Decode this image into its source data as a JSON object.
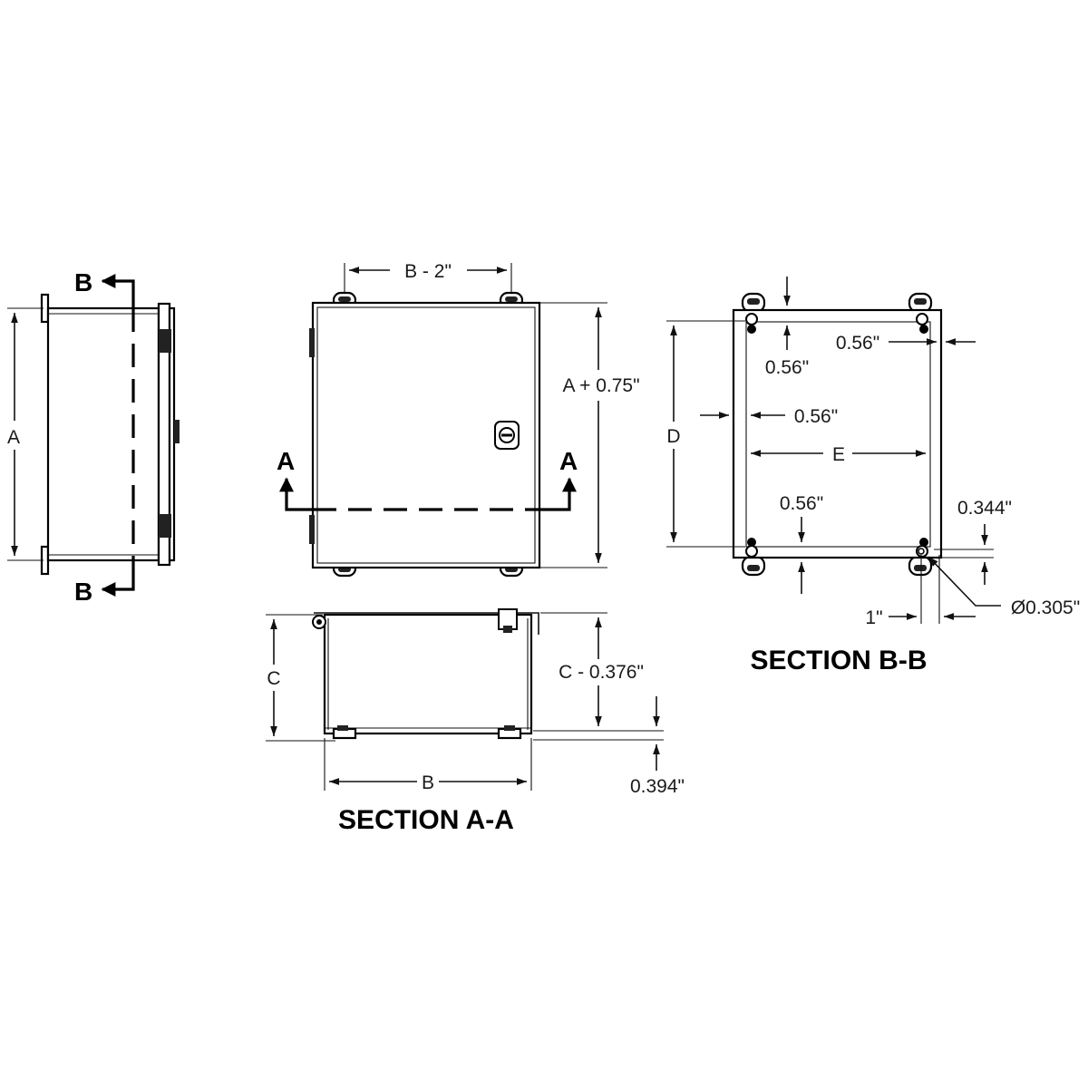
{
  "side_view": {
    "dim_a": "A",
    "marker_top": "B",
    "marker_bottom": "B"
  },
  "front_view": {
    "dim_b_minus_2": "B - 2\"",
    "dim_a_plus": "A + 0.75\"",
    "marker_left": "A",
    "marker_right": "A"
  },
  "section_aa": {
    "title": "SECTION A-A",
    "dim_c": "C",
    "dim_c_minus": "C - 0.376\"",
    "dim_b": "B",
    "dim_0394": "0.394\""
  },
  "section_bb": {
    "title": "SECTION B-B",
    "dim_d": "D",
    "dim_e": "E",
    "dim_056_top_v": "0.56\"",
    "dim_056_top_h": "0.56\"",
    "dim_056_left": "0.56\"",
    "dim_056_bottom": "0.56\"",
    "dim_0344": "0.344\"",
    "dim_1in": "1\"",
    "dim_dia": "Ø0.305\""
  }
}
